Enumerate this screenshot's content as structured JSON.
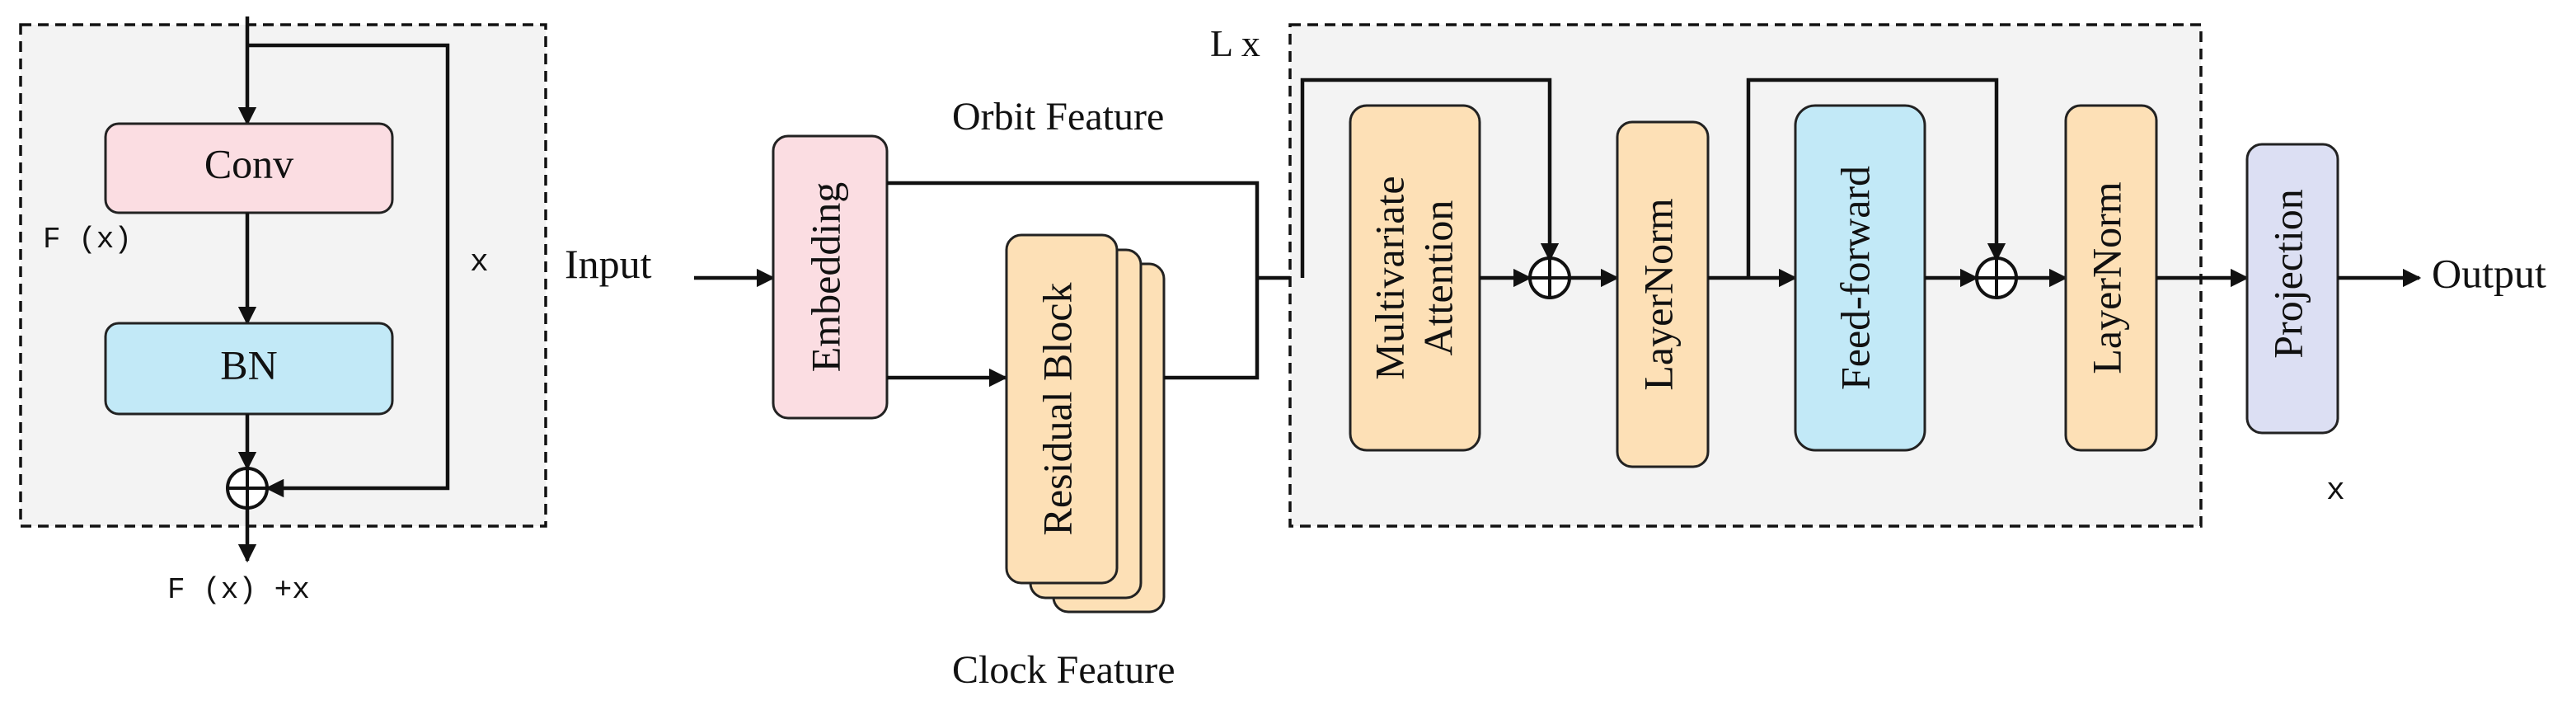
{
  "residual_inset": {
    "conv": "Conv",
    "bn": "BN",
    "fx": "F (x)",
    "x": "x",
    "output": "F (x) +x"
  },
  "main": {
    "input": "Input",
    "embedding": "Embedding",
    "orbit_feature": "Orbit Feature",
    "residual_block": "Residual Block",
    "clock_feature": "Clock Feature",
    "repeat": "L x",
    "attention_line1": "Multivariate",
    "attention_line2": "Attention",
    "layernorm1": "LayerNorm",
    "feedforward": "Feed-forward",
    "layernorm2": "LayerNorm",
    "projection": "Projection",
    "output": "Output",
    "x": "x"
  },
  "colors": {
    "pink": "#fbdde2",
    "blue": "#c2e9f7",
    "orange": "#fde0b6",
    "lavender": "#dcdff3",
    "panel": "#f3f3f3"
  }
}
